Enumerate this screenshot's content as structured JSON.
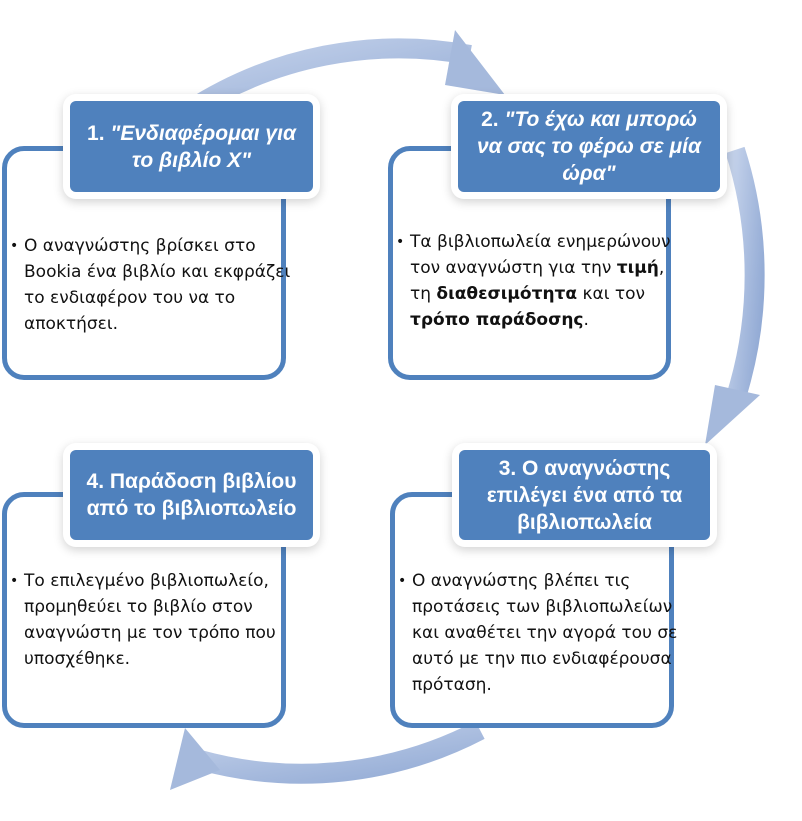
{
  "colors": {
    "accent": "#4f81bd",
    "ring": "#a5b9dc"
  },
  "steps": [
    {
      "num": "1.",
      "title": "\"Ενδιαφέρομαι για το βιβλίο X\"",
      "text": "Ο αναγνώστης βρίσκει στο Bookia ένα βιβλίο και εκφράζει το ενδιαφέρον του να το αποκτήσει."
    },
    {
      "num": "2.",
      "title": "\"Το έχω και μπορώ να σας το φέρω σε μία ώρα\"",
      "text_a": "Τα βιβλιοπωλεία ενημερώνουν τον αναγνώστη για την ",
      "bold_a": "τιμή",
      "text_b": ", τη ",
      "bold_b": "διαθεσιμότητα",
      "text_c": " και τον ",
      "bold_c": "τρόπο παράδοσης",
      "text_d": "."
    },
    {
      "title": "3. Ο αναγνώστης επιλέγει ένα από τα βιβλιοπωλεία",
      "text": "Ο αναγνώστης βλέπει τις προτάσεις των βιβλιοπωλείων και αναθέτει την αγορά του σε αυτό με την πιο ενδιαφέρουσα πρόταση."
    },
    {
      "title": "4. Παράδοση βιβλίου από το βιβλιοπωλείο",
      "text": "Το επιλεγμένο βιβλιοπωλείο, προμηθεύει το βιβλίο στον αναγνώστη με τον τρόπο που υποσχέθηκε."
    }
  ],
  "bullet": "•"
}
